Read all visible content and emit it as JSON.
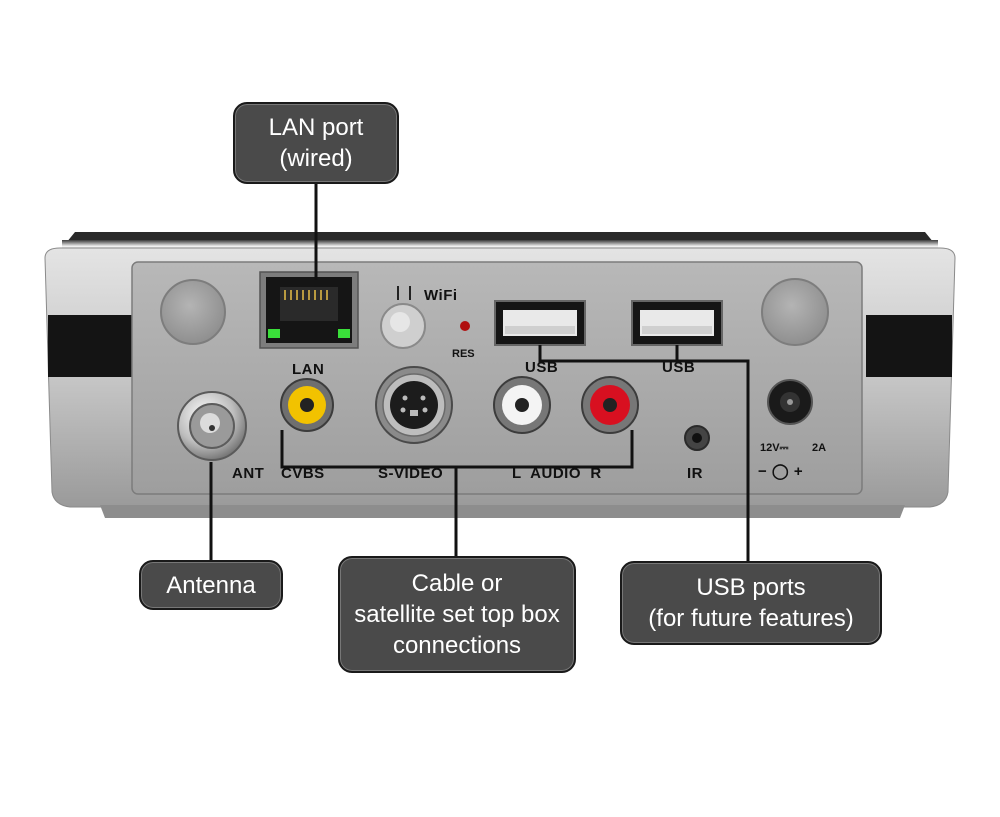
{
  "device": {
    "port_labels": {
      "lan": "LAN",
      "wifi": "WiFi",
      "res": "RES",
      "usb_left": "USB",
      "usb_right": "USB",
      "ant": "ANT",
      "cvbs": "CVBS",
      "svideo": "S-VIDEO",
      "audio": "L  AUDIO  R",
      "ir": "IR",
      "power_volts": "12V⎓",
      "power_amps": "2A",
      "power_polarity": "− ◯ +"
    }
  },
  "callouts": {
    "lan": {
      "line1": "LAN port",
      "line2": "(wired)"
    },
    "antenna": {
      "line1": "Antenna"
    },
    "cable": {
      "line1": "Cable or",
      "line2": "satellite set top box",
      "line3": "connections"
    },
    "usb": {
      "line1": "USB ports",
      "line2": "(for future features)"
    }
  },
  "colors": {
    "callout_fill": "#4a4a4a",
    "panel": "#a9a9a9",
    "cvbs_jack": "#f2c200",
    "audio_left_jack": "#f4f4f4",
    "audio_right_jack": "#d81020",
    "lan_led": "#3adf3a",
    "res_led": "#b01010"
  }
}
